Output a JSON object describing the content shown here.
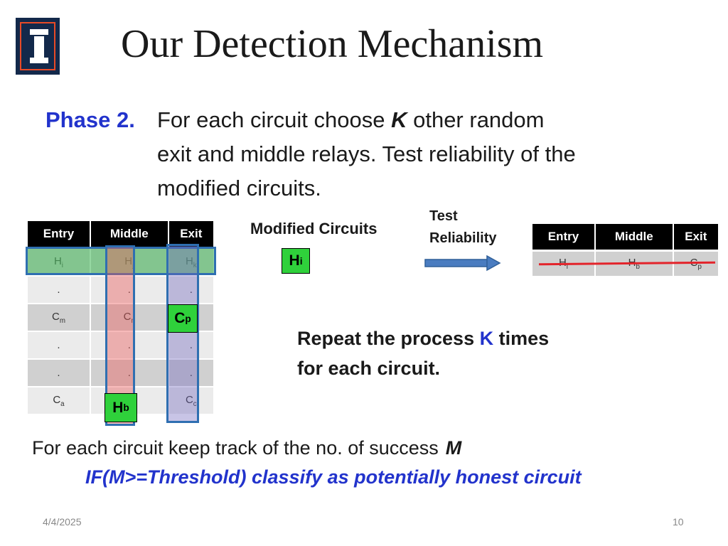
{
  "slide": {
    "title": "Our Detection Mechanism",
    "phase": {
      "label": "Phase 2.",
      "line1_pre": "For each circuit choose ",
      "line1_k": "K",
      "line1_post": " other random",
      "line2": "exit and middle relays. Test reliability of the",
      "line3": "modified circuits."
    },
    "main_table": {
      "headers": [
        "Entry",
        "Middle",
        "Exit"
      ],
      "rows": [
        [
          {
            "b": "H",
            "s": "i"
          },
          {
            "b": "H",
            "s": "j"
          },
          {
            "b": "H",
            "s": "k"
          }
        ],
        [
          {
            "b": ".",
            "s": ""
          },
          {
            "b": ".",
            "s": ""
          },
          {
            "b": ".",
            "s": ""
          }
        ],
        [
          {
            "b": "C",
            "s": "m"
          },
          {
            "b": "C",
            "s": "n"
          },
          {
            "b": "",
            "s": ""
          }
        ],
        [
          {
            "b": ".",
            "s": ""
          },
          {
            "b": ".",
            "s": ""
          },
          {
            "b": ".",
            "s": ""
          }
        ],
        [
          {
            "b": ".",
            "s": ""
          },
          {
            "b": ".",
            "s": ""
          },
          {
            "b": ".",
            "s": ""
          }
        ],
        [
          {
            "b": "C",
            "s": "a"
          },
          {
            "b": "",
            "s": ""
          },
          {
            "b": "C",
            "s": "c"
          }
        ]
      ]
    },
    "boxes": {
      "cp": {
        "b": "C",
        "s": "p"
      },
      "hb": {
        "b": "H",
        "s": "b"
      },
      "hi": {
        "b": "H",
        "s": "i"
      }
    },
    "modified_label": "Modified Circuits",
    "test_label_1": "Test",
    "test_label_2": "Reliability",
    "result_table": {
      "headers": [
        "Entry",
        "Middle",
        "Exit"
      ],
      "rows": [
        [
          {
            "b": "H",
            "s": "i"
          },
          {
            "b": "H",
            "s": "b"
          },
          {
            "b": "C",
            "s": "p"
          }
        ]
      ]
    },
    "repeat": {
      "pre": "Repeat the process ",
      "k": "K",
      "post": " times",
      "line2": "for each circuit."
    },
    "keep_track": {
      "text": "For each circuit keep track of the no. of success",
      "m": "M"
    },
    "rule": "IF(M>=Threshold) classify as potentially honest circuit",
    "footer": {
      "date": "4/4/2025",
      "page": "10"
    }
  },
  "colors": {
    "title_text": "#1a1a1a",
    "accent_blue": "#2233cc",
    "header_black": "#000000",
    "row_highlight_green": "#50be64",
    "middle_column_red": "#eb5a5a",
    "exit_column_purple": "#6e64be",
    "box_green": "#2fd13b",
    "strike_red": "#e3242b",
    "arrow_blue": "#4a7cc0",
    "logo_navy": "#13294b",
    "logo_orange": "#e84a27"
  },
  "icons": {
    "logo": "university-block-i-logo",
    "arrow": "right-arrow-icon"
  }
}
